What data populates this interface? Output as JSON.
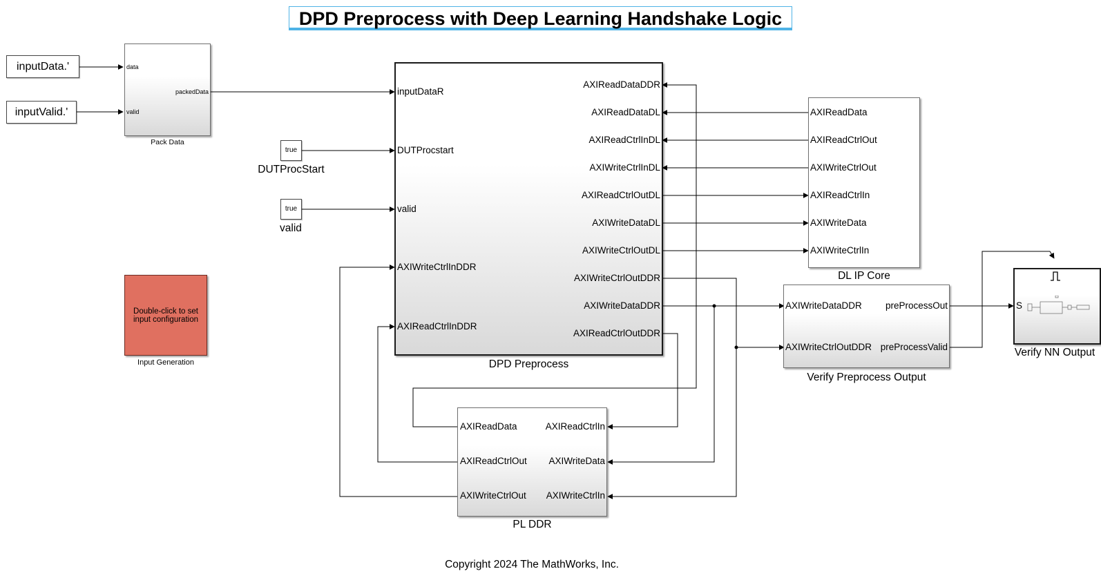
{
  "title": "DPD Preprocess with Deep Learning Handshake Logic",
  "copyright": "Copyright 2024 The MathWorks, Inc.",
  "sources": {
    "input_data": "inputData.'",
    "input_valid": "inputValid.'"
  },
  "pack_data": {
    "name": "Pack Data",
    "in_ports": [
      "data",
      "valid"
    ],
    "out_port": "packedData"
  },
  "constants": {
    "dut_proc_start": {
      "value": "true",
      "label": "DUTProcStart"
    },
    "valid": {
      "value": "true",
      "label": "valid"
    }
  },
  "input_generation": {
    "name": "Input Generation",
    "text": "Double-click to set input configuration"
  },
  "dpd_preprocess": {
    "name": "DPD Preprocess",
    "in_ports": [
      "inputDataR",
      "DUTProcstart",
      "valid",
      "AXIWriteCtrlInDDR",
      "AXIReadCtrlInDDR"
    ],
    "out_ports": [
      "AXIReadDataDDR",
      "AXIReadDataDL",
      "AXIReadCtrlInDL",
      "AXIWriteCtrlInDL",
      "AXIReadCtrlOutDL",
      "AXIWriteDataDL",
      "AXIWriteCtrlOutDL",
      "AXIWriteCtrlOutDDR",
      "AXIWriteDataDDR",
      "AXIReadCtrlOutDDR"
    ]
  },
  "dl_ip_core": {
    "name": "DL IP Core",
    "ports": [
      "AXIReadData",
      "AXIReadCtrlOut",
      "AXIWriteCtrlOut",
      "AXIReadCtrlIn",
      "AXIWriteData",
      "AXIWriteCtrlIn"
    ]
  },
  "verify_preprocess": {
    "name": "Verify Preprocess Output",
    "in_ports": [
      "AXIWriteDataDDR",
      "AXIWriteCtrlOutDDR"
    ],
    "out_ports": [
      "preProcessOut",
      "preProcessValid"
    ]
  },
  "verify_nn": {
    "name": "Verify NN Output",
    "in_port": "S"
  },
  "pl_ddr": {
    "name": "PL DDR",
    "left_ports": [
      "AXIReadData",
      "AXIReadCtrlOut",
      "AXIWriteCtrlOut"
    ],
    "right_ports": [
      "AXIReadCtrlIn",
      "AXIWriteData",
      "AXIWriteCtrlIn"
    ]
  }
}
